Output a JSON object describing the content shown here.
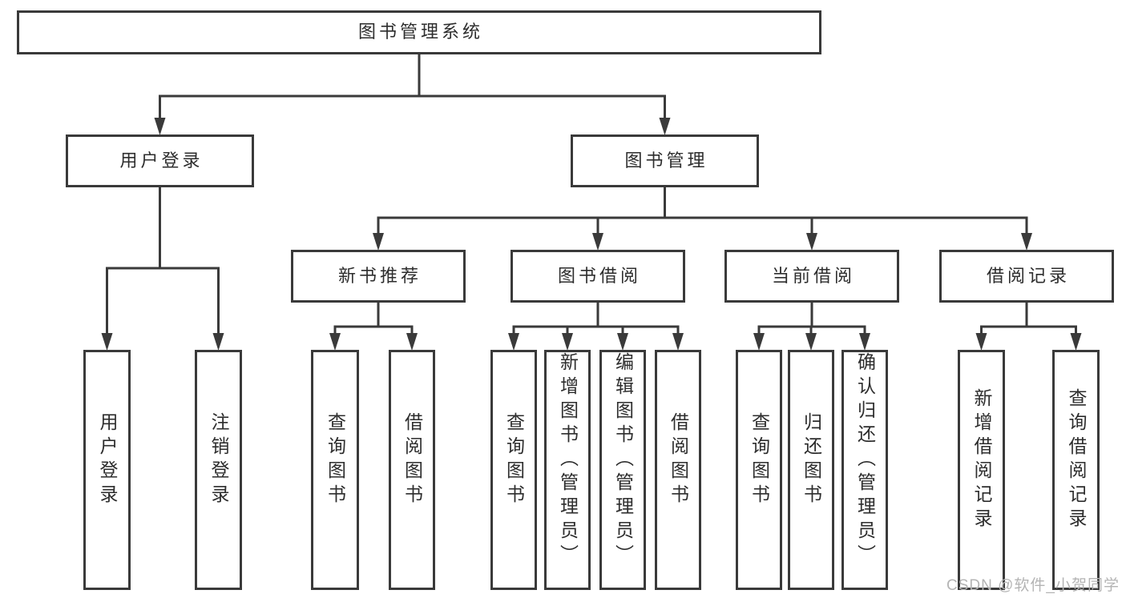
{
  "diagram": {
    "root": {
      "label": "图书管理系统",
      "children": [
        {
          "label": "用户登录",
          "children": [
            {
              "label": "用户登录"
            },
            {
              "label": "注销登录"
            }
          ]
        },
        {
          "label": "图书管理",
          "children": [
            {
              "label": "新书推荐",
              "children": [
                {
                  "label": "查询图书"
                },
                {
                  "label": "借阅图书"
                }
              ]
            },
            {
              "label": "图书借阅",
              "children": [
                {
                  "label": "查询图书"
                },
                {
                  "label": "新增图书（管理员）"
                },
                {
                  "label": "编辑图书（管理员）"
                },
                {
                  "label": "借阅图书"
                }
              ]
            },
            {
              "label": "当前借阅",
              "children": [
                {
                  "label": "查询图书"
                },
                {
                  "label": "归还图书"
                },
                {
                  "label": "确认归还（管理员）"
                }
              ]
            },
            {
              "label": "借阅记录",
              "children": [
                {
                  "label": "新增借阅记录"
                },
                {
                  "label": "查询借阅记录"
                }
              ]
            }
          ]
        }
      ]
    }
  },
  "watermark": {
    "text": "CSDN @软件_小贺同学"
  },
  "colors": {
    "line": "#3a3a3a",
    "box_border": "#3a3a3a",
    "text": "#2d2d2d",
    "background": "#ffffff",
    "watermark": "#b4b4b4"
  }
}
